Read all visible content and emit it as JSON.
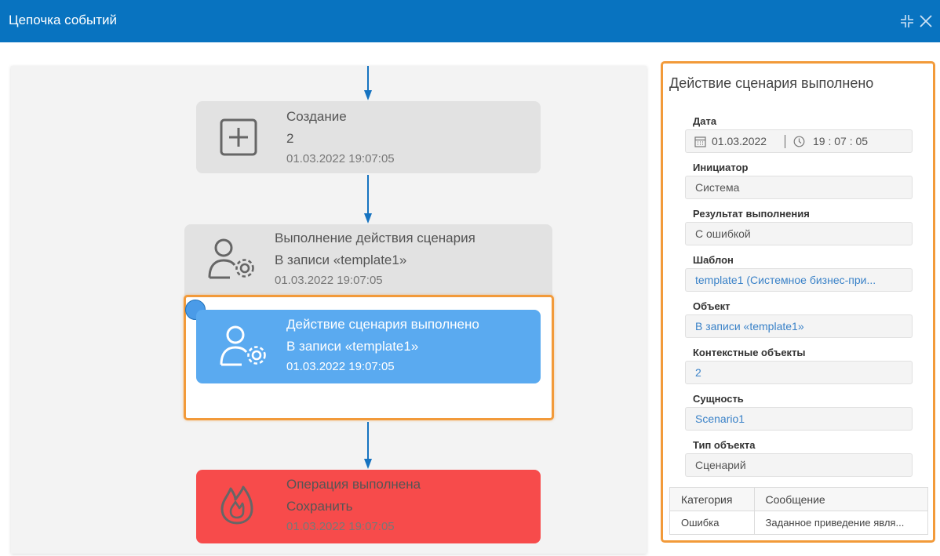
{
  "window": {
    "title": "Цепочка событий"
  },
  "chain": {
    "nodes": [
      {
        "line1": "Создание",
        "line2": "2",
        "time": "01.03.2022 19:07:05",
        "icon": "plus-square-icon"
      },
      {
        "line1": "Выполнение действия сценария",
        "line2": "В записи «template1»",
        "time": "01.03.2022 19:07:05",
        "icon": "user-gear-icon"
      },
      {
        "line1": "Действие сценария выполнено",
        "line2": "В записи «template1»",
        "time": "01.03.2022 19:07:05",
        "icon": "user-gear-icon"
      },
      {
        "line1": "Операция выполнена",
        "line2": "Сохранить",
        "time": "01.03.2022 19:07:05",
        "icon": "fire-icon"
      }
    ]
  },
  "details": {
    "title": "Действие сценария выполнено",
    "date": {
      "label": "Дата",
      "date": "01.03.2022",
      "time": "19 : 07 : 05"
    },
    "fields": [
      {
        "label": "Инициатор",
        "value": "Система"
      },
      {
        "label": "Результат выполнения",
        "value": "С ошибкой"
      },
      {
        "label": "Шаблон",
        "value": "template1 (Системное бизнес-при..."
      },
      {
        "label": "Объект",
        "value": "В записи «template1»"
      },
      {
        "label": "Контекстные объекты",
        "value": "2"
      },
      {
        "label": "Сущность",
        "value": "Scenario1"
      },
      {
        "label": "Тип объекта",
        "value": "Сценарий"
      }
    ],
    "table": {
      "headers": [
        "Категория",
        "Сообщение"
      ],
      "rows": [
        [
          "Ошибка",
          "Заданное приведение явля..."
        ]
      ]
    }
  },
  "colors": {
    "titlebar": "#0873c0",
    "node_gray": "#e2e2e2",
    "node_selected": "#5aaaf0",
    "node_error": "#f74b4b",
    "selection": "#f29a3a",
    "arrow": "#1673c0",
    "link": "#3a82c8"
  }
}
